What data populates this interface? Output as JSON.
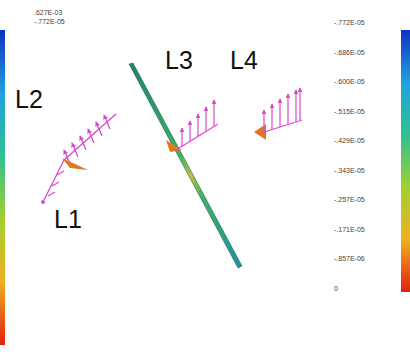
{
  "diagram": {
    "labels": [
      "L1",
      "L2",
      "L3",
      "L4",
      ".627E-03",
      "-.772E-05",
      "-.772E-05",
      "-.686E-05",
      "-.600E-05",
      "-.515E-05",
      "-.429E-05",
      "-.343E-05",
      "-.257E-05",
      "-.171E-05",
      "-.857E-06",
      "0"
    ]
  }
}
